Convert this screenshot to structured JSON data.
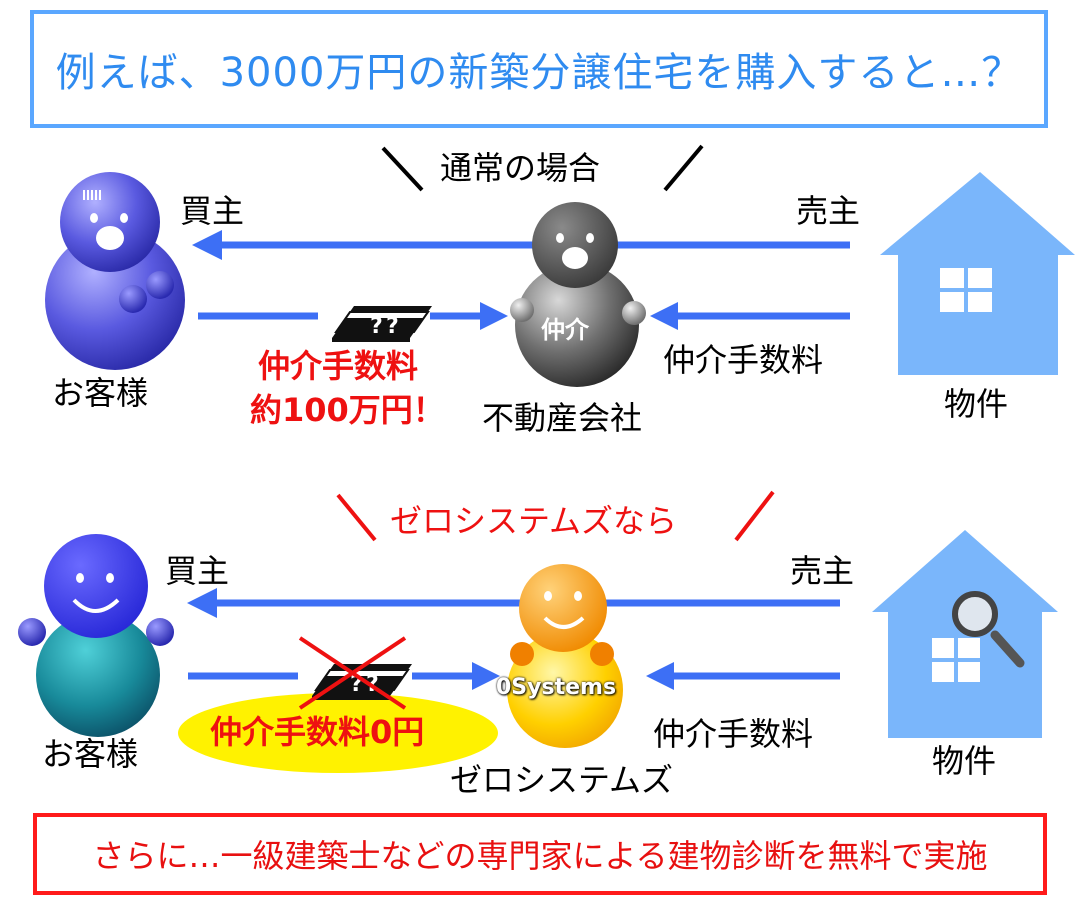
{
  "headline": "例えば、3000万円の新築分譲住宅を購入すると…？",
  "normal": {
    "title": "通常の場合",
    "buyer_label": "買主",
    "seller_label": "売主",
    "customer_label": "お客様",
    "agent_name": "不動産会社",
    "agent_badge": "仲介",
    "fee_to_agent": "仲介手数料",
    "fee_line1": "仲介手数料",
    "fee_line2": "約100万円！",
    "property_label": "物件"
  },
  "zero": {
    "title": "ゼロシステムズなら",
    "buyer_label": "買主",
    "seller_label": "売主",
    "customer_label": "お客様",
    "company_name": "ゼロシステムズ",
    "company_badge": "0Systems",
    "fee_to_agent": "仲介手数料",
    "fee_zero": "仲介手数料0円",
    "property_label": "物件"
  },
  "footer": "さらに…一級建築士などの専門家による建物診断を無料で実施",
  "colors": {
    "headline_border": "#5aa7ff",
    "headline_text": "#2f8bf0",
    "arrow": "#3d6ff5",
    "house": "#7ab6fb",
    "accent_red": "#ee1111",
    "highlight_yellow": "#fff200"
  }
}
